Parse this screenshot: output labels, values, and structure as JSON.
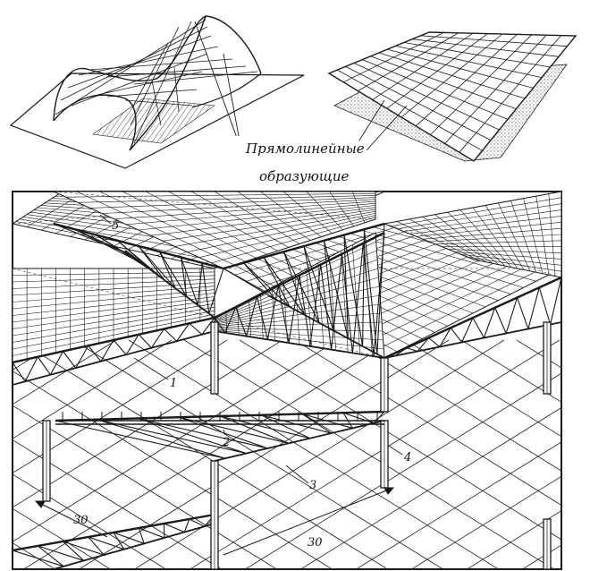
{
  "caption": {
    "line1": "Прямолинейные",
    "line2": "образующие"
  },
  "labels": {
    "l1": "1",
    "l2": "2",
    "l3": "3",
    "l4": "4",
    "l5": "5",
    "dim_a": "30",
    "dim_b": "30"
  },
  "colors": {
    "ink": "#1a1a1a",
    "paper": "#ffffff"
  }
}
